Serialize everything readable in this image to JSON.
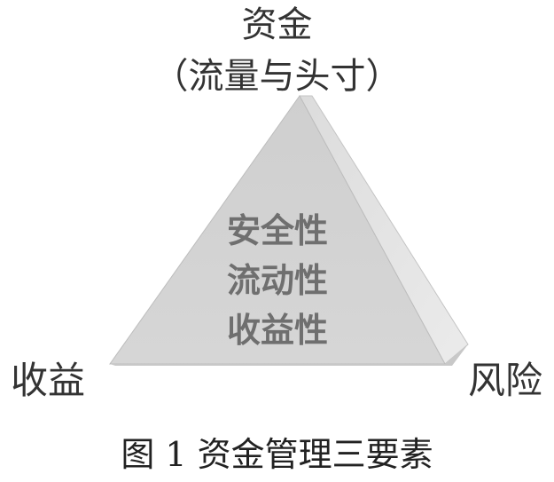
{
  "diagram": {
    "top_label": "资金",
    "top_sublabel": "（流量与头寸）",
    "left_label": "收益",
    "right_label": "风险",
    "center_lines": [
      "安全性",
      "流动性",
      "收益性"
    ],
    "caption": "图 1  资金管理三要素"
  },
  "colors": {
    "front_face": "#d2d2d2",
    "side_face": "#e4e4e4",
    "edge": "#b8b8b8",
    "label_text": "#333333",
    "center_text": "#6f6f6f"
  }
}
